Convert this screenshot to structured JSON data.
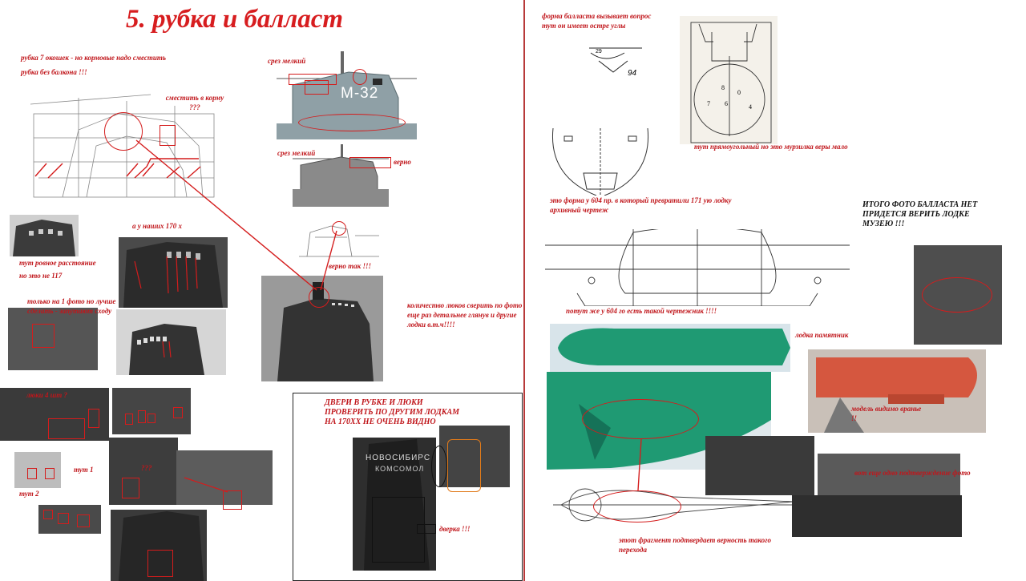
{
  "page": {
    "title": "5. рубка и  балласт"
  },
  "left_notes": {
    "note_windows": "рубка  7 окошек - но кормовые  надо сместить",
    "note_no_balcony": "рубка  без балкона !!!",
    "note_shift_aft": "сместить в корму ???",
    "note_shallow_cut_1": "срез мелкий",
    "note_shallow_cut_2": "срез мелкий",
    "note_correct": "верно",
    "note_correct_so": "верно так !!!",
    "note_our_170": "а  у наших 170 х",
    "note_even_spacing": "тут ровное расстояние",
    "note_not_117": "но это не 117",
    "note_one_photo": "только на 1 фото но лучше сделать - запутают сходу",
    "note_hatch_count": "количество люков сверить по фото еще раз  детальнее глянув и другие лодки в.т.ч!!!!",
    "note_hatches_4": "люки 4 шт ?",
    "note_here1": "тут 1",
    "note_here2": "тут 2",
    "note_question": "???",
    "hull_label": "М-32"
  },
  "doors_box": {
    "heading": "ДВЕРИ В РУБКЕ И ЛЮКИ ПРОВЕРИТЬ ПО ДРУГИМ ЛОДКАМ на 170ХХ не очень видно",
    "door_label": "дверка !!!",
    "photo_text_1": "НОВОСИБИРС",
    "photo_text_2": "КОМСОМОЛ"
  },
  "right_notes": {
    "note_ballast_shape": "форма балласта вызывает вопрос тут он  имеет остре углы",
    "note_rectangular": "тут прямоугольный но это мурзилка веры мало",
    "note_form_604": "это форма у  604 пр. в который превратили 171 ую лодку архивный чертеж",
    "note_total": "ИТОГО ФОТО БАЛЛАСТА НЕТ ПРИДЕТСЯ ВЕРИТЬ ЛОДКЕ МУЗЕЮ !!!",
    "note_604_drawing": "потут же  у  604 го есть такой чертежник !!!!",
    "note_monument": "лодка памятник",
    "note_model": "модель видимо вранье !!",
    "note_fragment": "этот фрагмент подтвердает верность такого перехода",
    "note_bottom_photo": "вот еще одно подтверждение фото"
  },
  "colors": {
    "annotation_red": "#c0161b",
    "divider": "#b83a3a",
    "hull_grey": "#8fa0a6",
    "monument_green": "#1f9a73"
  }
}
